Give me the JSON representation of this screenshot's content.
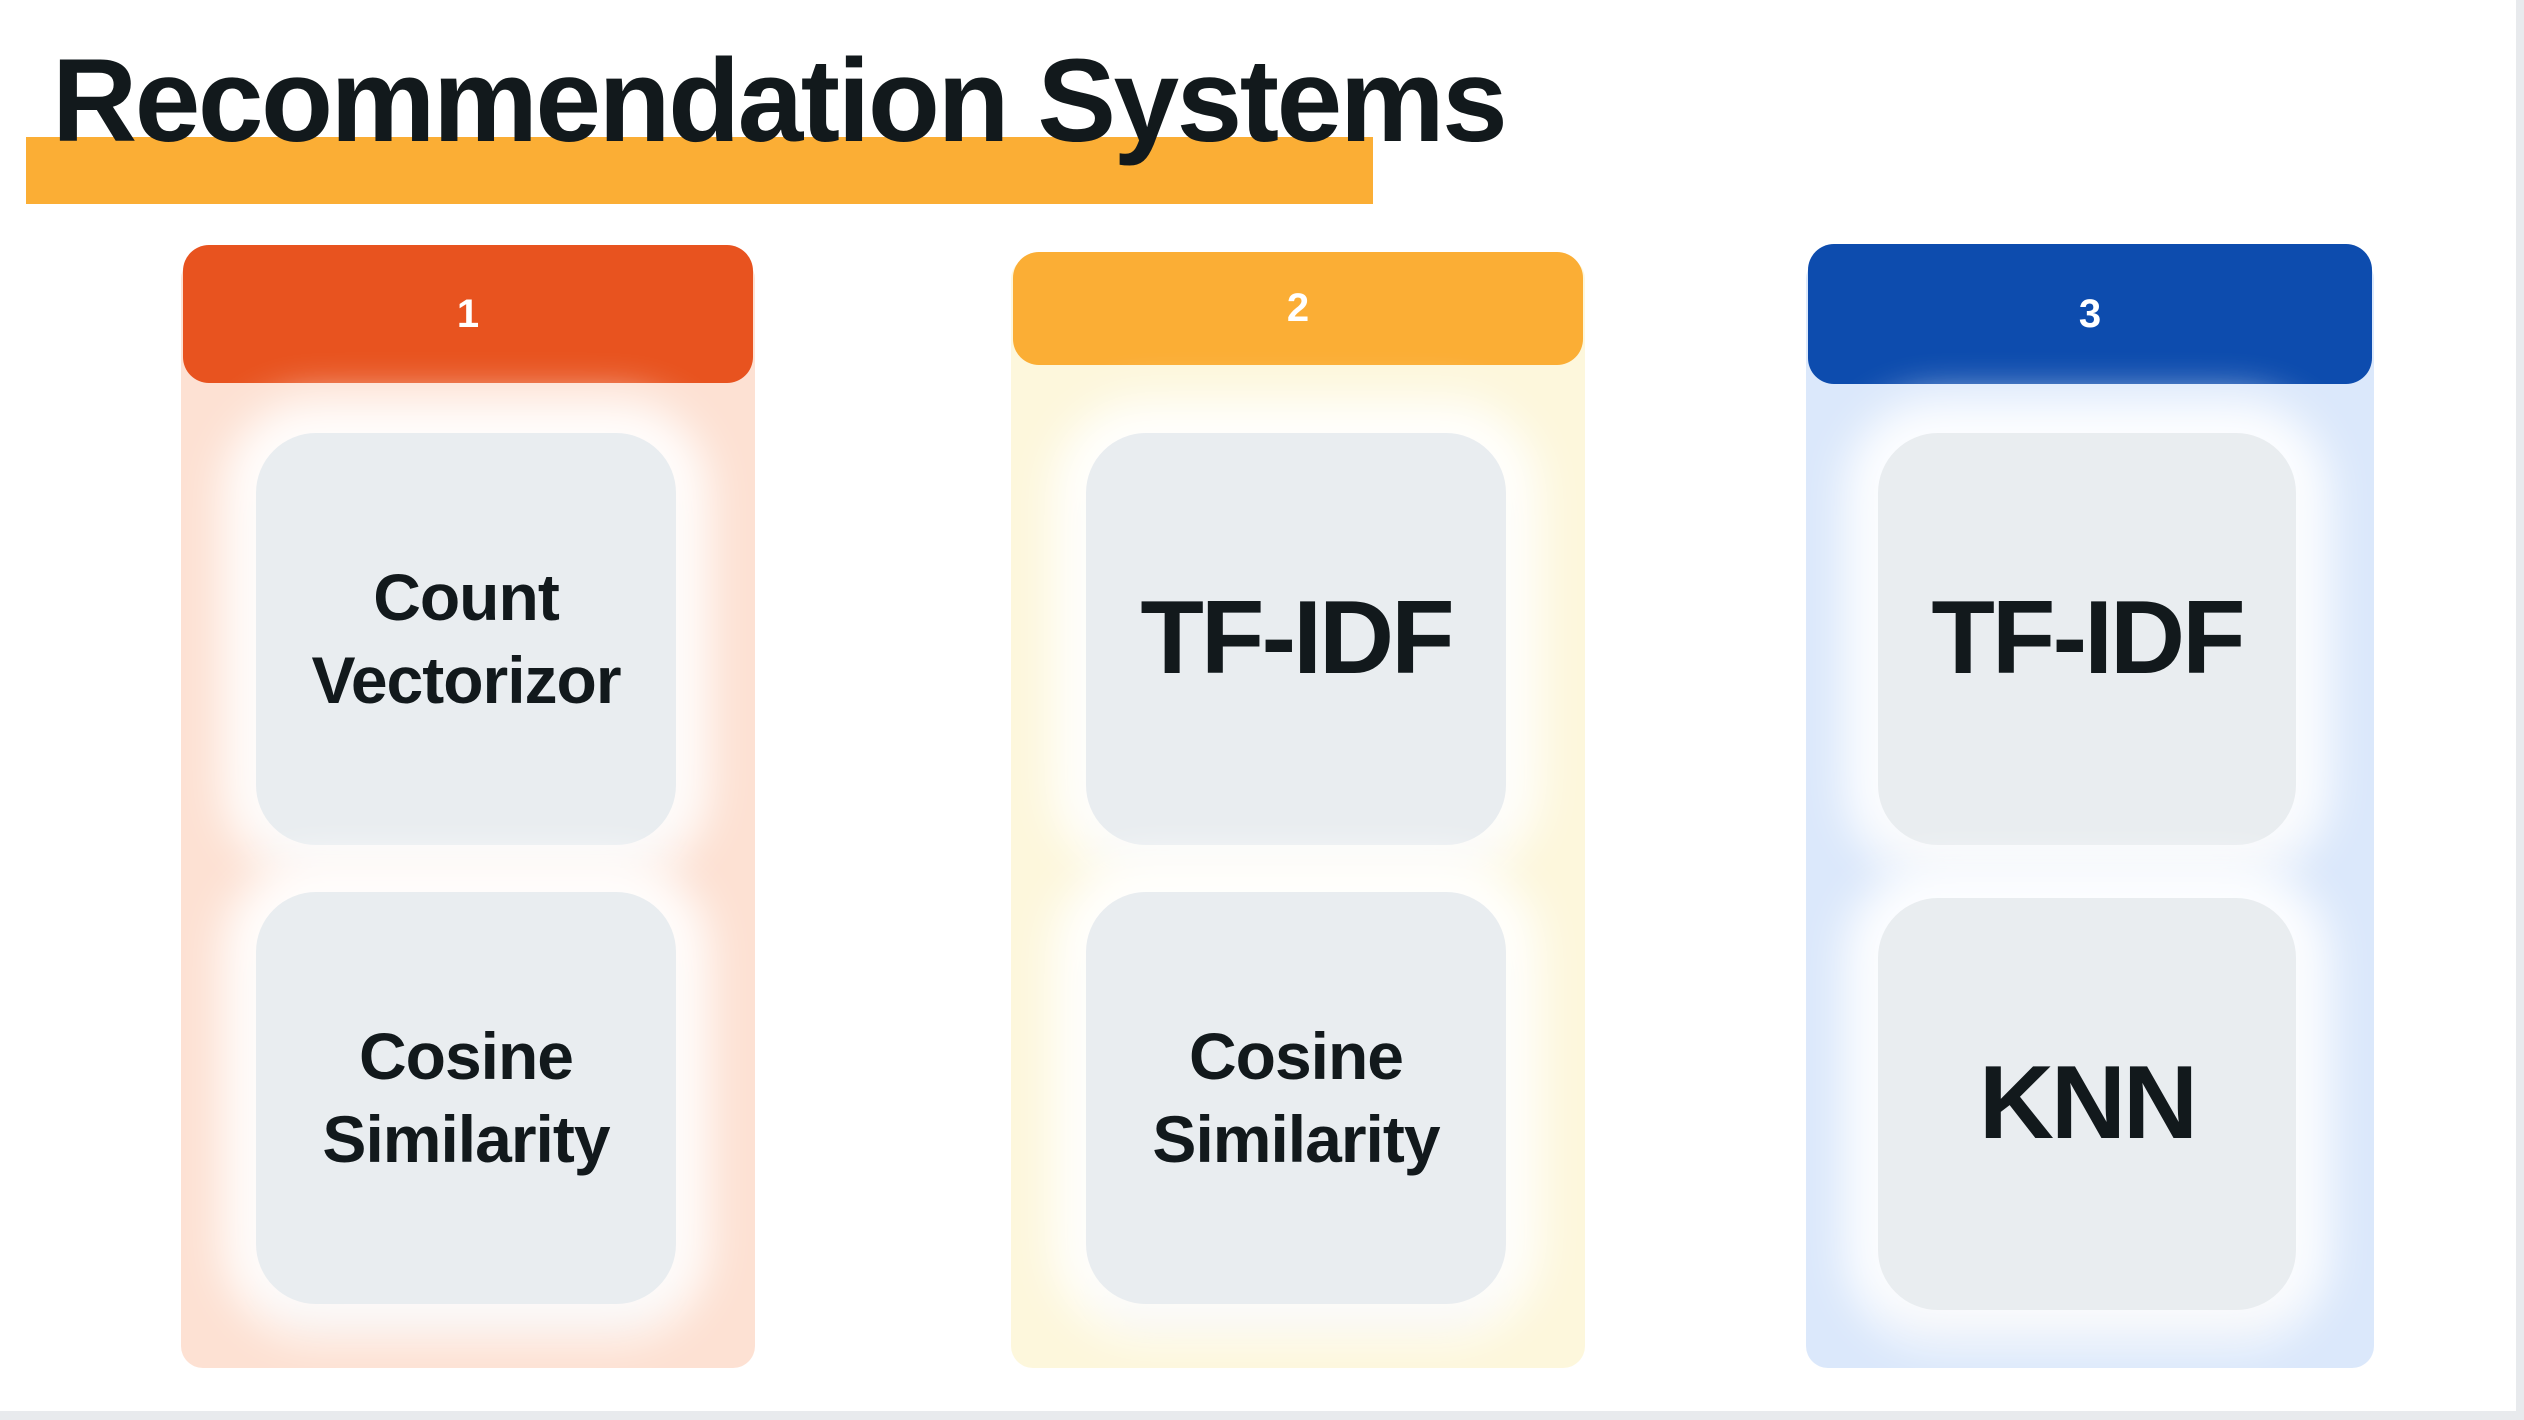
{
  "slide": {
    "background_color": "#ffffff",
    "page_background_color": "#e8eaed"
  },
  "header": {
    "title": "Recommendation Systems",
    "highlight_color": "#fbae35",
    "title_color": "#12191c"
  },
  "columns": [
    {
      "number": "1",
      "header_color": "#e8531f",
      "body_color": "#fde1d3",
      "cards": [
        {
          "label": "Count Vectorizor",
          "lines": 2
        },
        {
          "label": "Cosine Similarity",
          "lines": 2
        }
      ]
    },
    {
      "number": "2",
      "header_color": "#fbae35",
      "body_color": "#fdf7dc",
      "cards": [
        {
          "label": "TF-IDF",
          "lines": 1
        },
        {
          "label": "Cosine Similarity",
          "lines": 2
        }
      ]
    },
    {
      "number": "3",
      "header_color": "#0d4cae",
      "body_color": "#dbe8fb",
      "cards": [
        {
          "label": "TF-IDF",
          "lines": 1
        },
        {
          "label": "KNN",
          "lines": 1
        }
      ]
    }
  ],
  "card_style": {
    "background_color": "#e9edf0",
    "text_color": "#12191c"
  }
}
